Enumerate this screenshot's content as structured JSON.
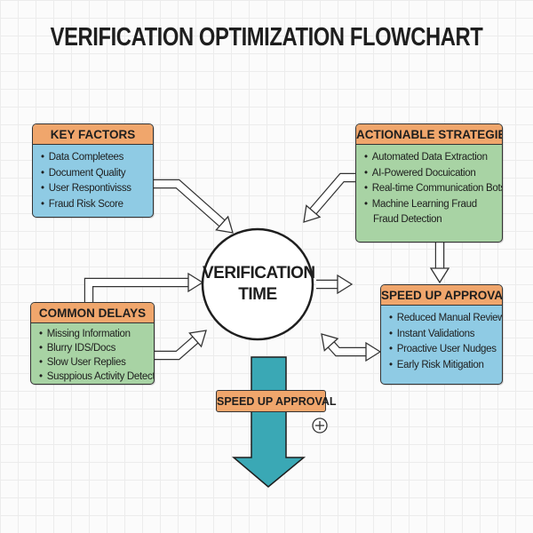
{
  "title": "VERIFICATION OPTIMIZATION FLOWCHART",
  "center": {
    "line1": "VERIFICATION",
    "line2": "TIME"
  },
  "key_factors": {
    "header": "KEY FACTORS",
    "items": [
      "Data Completees",
      "Document Quality",
      "User Respontivisss",
      "Fraud Risk Score"
    ]
  },
  "actionable_strategies": {
    "header": "ACTIONABLE STRATEGIES",
    "items": [
      "Automated Data Extraction",
      "AI-Powered Docuication",
      "Real-time Communication Bots",
      "Machine Learning Fraud"
    ],
    "item4_cont": "Fraud Detection"
  },
  "common_delays": {
    "header": "COMMON DELAYS",
    "items": [
      "Missing Information",
      "Blurry IDS/Docs",
      "Slow User Replies",
      "Susppious Activity Detected"
    ]
  },
  "speed_up_box": {
    "header": "SPEED UP APPROVAL",
    "items": [
      "Reduced Manual Review",
      "Instant Validations",
      "Proactive User Nudges",
      "Early Risk Mitigation"
    ]
  },
  "down_arrow_label": "SPEED UP APPROVAL",
  "colors": {
    "orange": "#f0a66c",
    "blue": "#8fcbe4",
    "green": "#a8d3a4",
    "teal": "#3aa8b5"
  }
}
